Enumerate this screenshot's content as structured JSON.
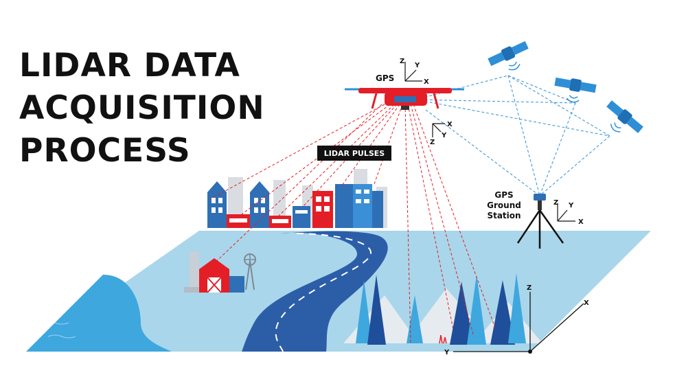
{
  "title": {
    "line1": "LIDAR DATA",
    "line2": "ACQUISITION",
    "line3": "PROCESS"
  },
  "labels": {
    "gps": "GPS",
    "lidar_pulses": "LIDAR PULSES",
    "ground_station_line1": "GPS",
    "ground_station_line2": "Ground",
    "ground_station_line3": "Station"
  },
  "axes": {
    "x": "X",
    "y": "Y",
    "z": "Z"
  },
  "colors": {
    "drone_red": "#e41e26",
    "gps_blue": "#2f8fd6",
    "ground_light": "#a9d6ea",
    "building_blue": "#2f6fb5",
    "tree_dark": "#1f4f9a",
    "road": "#2c5ea8"
  },
  "icons": [
    "drone-icon",
    "satellite-icon",
    "tripod-icon",
    "barn-icon",
    "windmill-icon",
    "tree-icon",
    "building-icon"
  ]
}
